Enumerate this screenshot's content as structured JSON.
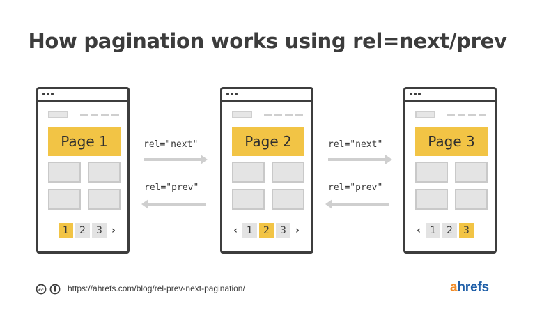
{
  "title": "How pagination works using rel=next/prev",
  "colors": {
    "accent_yellow": "#f2c445",
    "outline": "#3d3d3d",
    "tile_gray": "#e4e4e4",
    "arrow_gray": "#cfcfcf",
    "brand_orange": "#f28c28",
    "brand_blue": "#1f5fa8"
  },
  "pages": [
    {
      "heading": "Page 1",
      "pager": {
        "prev": "",
        "numbers": [
          "1",
          "2",
          "3"
        ],
        "active_index": 0,
        "next": "›"
      }
    },
    {
      "heading": "Page 2",
      "pager": {
        "prev": "‹",
        "numbers": [
          "1",
          "2",
          "3"
        ],
        "active_index": 1,
        "next": "›"
      }
    },
    {
      "heading": "Page 3",
      "pager": {
        "prev": "‹",
        "numbers": [
          "1",
          "2",
          "3"
        ],
        "active_index": 2,
        "next": ""
      }
    }
  ],
  "links": [
    {
      "next_label": "rel=\"next\"",
      "prev_label": "rel=\"prev\""
    },
    {
      "next_label": "rel=\"next\"",
      "prev_label": "rel=\"prev\""
    }
  ],
  "footer": {
    "license_icons": [
      "cc-icon",
      "attribution-icon"
    ],
    "url": "https://ahrefs.com/blog/rel-prev-next-pagination/",
    "brand_first": "a",
    "brand_rest": "hrefs"
  }
}
